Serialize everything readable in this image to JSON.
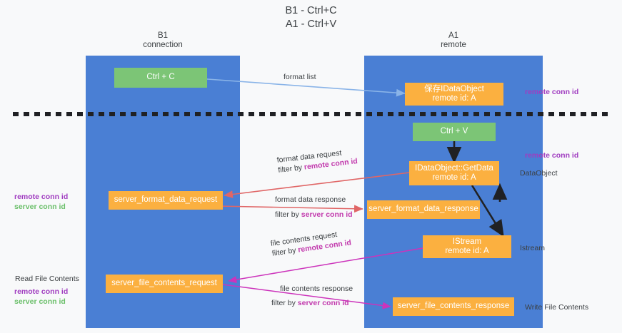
{
  "title": {
    "line1": "B1 - Ctrl+C",
    "line2": "A1 - Ctrl+V"
  },
  "lanes": [
    {
      "id": "b1",
      "name": "B1",
      "role": "connection"
    },
    {
      "id": "a1",
      "name": "A1",
      "role": "remote"
    }
  ],
  "nodes": {
    "ctrl_c": {
      "line1": "Ctrl + C",
      "line2": ""
    },
    "save_idataobject": {
      "line1": "保存IDataObject",
      "line2": "remote id: A"
    },
    "ctrl_v": {
      "line1": "Ctrl + V",
      "line2": ""
    },
    "getdata": {
      "line1": "IDataObject::GetData",
      "line2": "remote id: A"
    },
    "server_format_data_request": {
      "line1": "server_format_data_request",
      "line2": ""
    },
    "server_format_data_response": {
      "line1": "server_format_data_response",
      "line2": ""
    },
    "istream": {
      "line1": "IStream",
      "line2": "remote id: A"
    },
    "server_file_contents_request": {
      "line1": "server_file_contents_request",
      "line2": ""
    },
    "server_file_contents_response": {
      "line1": "server_file_contents_response",
      "line2": ""
    }
  },
  "edges": {
    "format_list": {
      "label": "format list"
    },
    "format_data_request": {
      "label": "format data request",
      "filter_prefix": "filter by ",
      "filter_key": "remote conn id"
    },
    "format_data_response": {
      "label": "format data response",
      "filter_prefix": "filter by ",
      "filter_key": "server conn id"
    },
    "file_contents_request": {
      "label": "file contents request",
      "filter_prefix": "filter by ",
      "filter_key": "remote conn id"
    },
    "file_contents_response": {
      "label": "file contents response",
      "filter_prefix": "filter by ",
      "filter_key": "server conn id"
    }
  },
  "annotations": {
    "right_remote_conn_id_top": "remote conn id",
    "right_remote_conn_id_mid": "remote conn id",
    "right_dataobject": "DataObject",
    "right_istream": "Istream",
    "right_write_file_contents": "Write File Contents",
    "left_remote_conn_id_mid": "remote conn id",
    "left_server_conn_id_mid": "server conn id",
    "left_read_file_contents": "Read File Contents",
    "left_remote_conn_id_bottom": "remote conn id",
    "left_server_conn_id_bottom": "server conn id"
  },
  "colors": {
    "lane": "#4a7fd4",
    "node_green": "#7cc576",
    "node_orange": "#fbb040",
    "wire_blue": "#8ab4e8",
    "wire_red": "#e06666",
    "wire_magenta": "#cc33bb",
    "wire_black": "#202124",
    "purple_text": "#a03cc0",
    "green_text": "#6abf69",
    "background": "#f8f9fa"
  }
}
